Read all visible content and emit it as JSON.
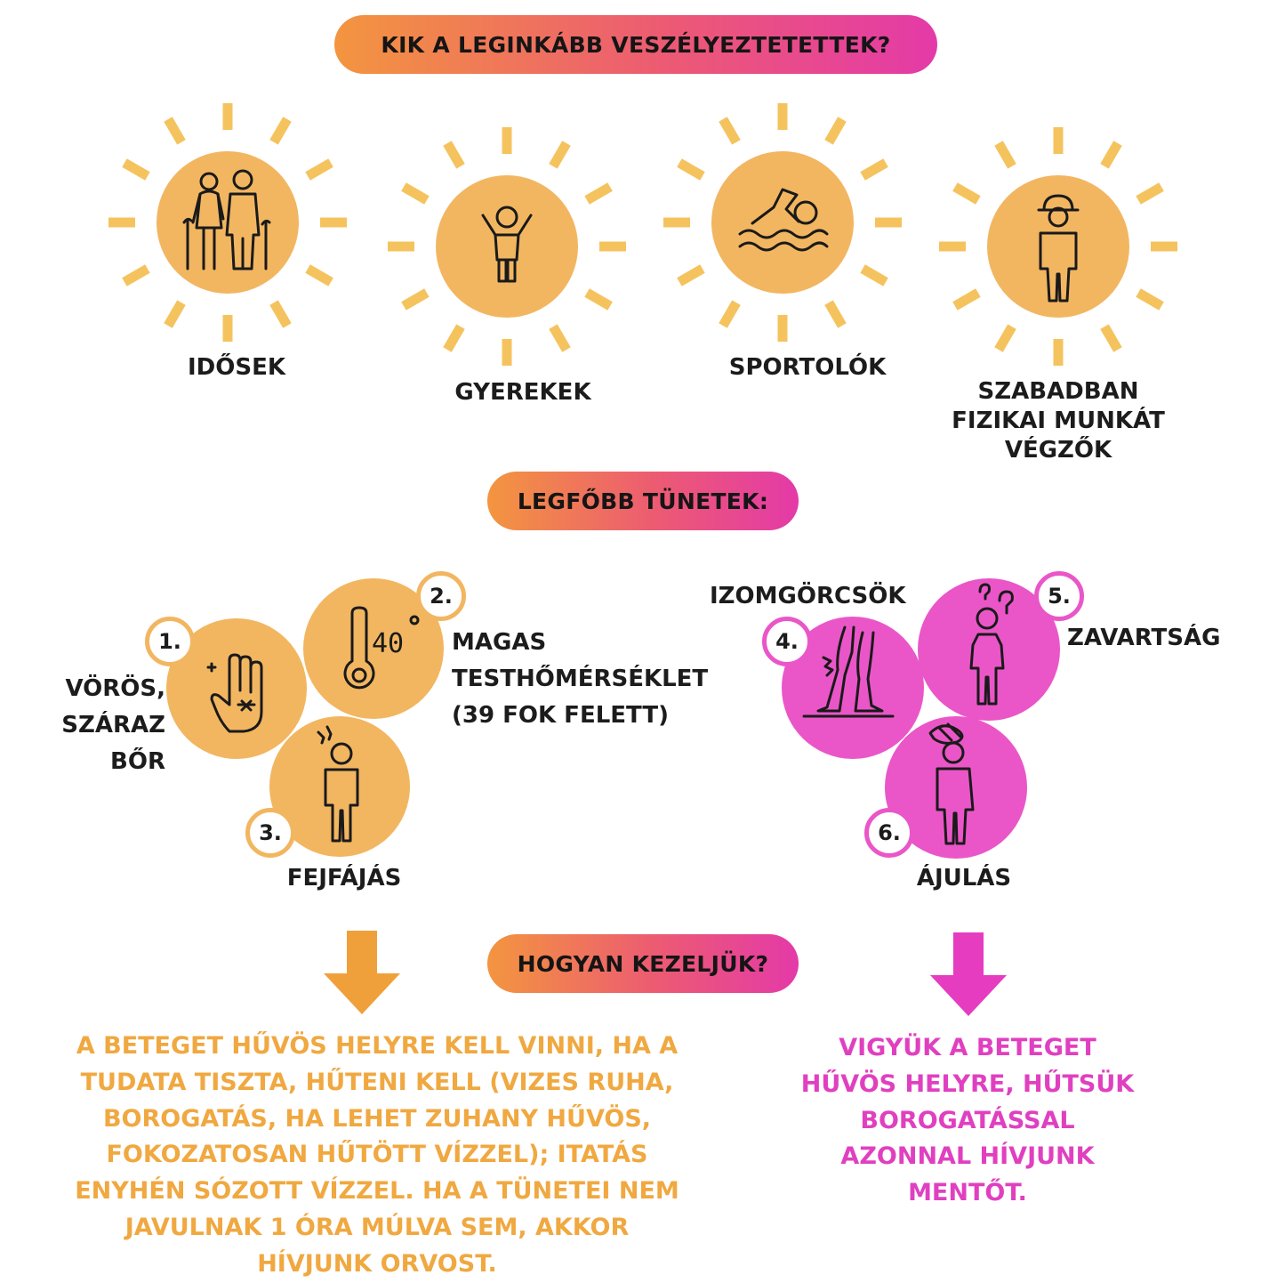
{
  "header": {
    "title": "KIK A LEGINKÁBB VESZÉLYEZTETETTEK?"
  },
  "groups": [
    {
      "label": "IDŐSEK",
      "icon": "elderly-couple-icon"
    },
    {
      "label": "GYEREKEK",
      "icon": "child-icon"
    },
    {
      "label": "SPORTOLÓK",
      "icon": "swimmer-icon"
    },
    {
      "label_lines": [
        "SZABADBAN",
        "FIZIKAI MUNKÁT",
        "VÉGZŐK"
      ],
      "icon": "worker-icon"
    }
  ],
  "symptoms_title": "LEGFŐBB TÜNETEK:",
  "symptoms": [
    {
      "num": "1.",
      "lines": [
        "VÖRÖS,",
        "SZÁRAZ",
        "BŐR"
      ],
      "icon": "hand-rash-icon"
    },
    {
      "num": "2.",
      "lines": [
        "MAGAS",
        "TESTHŐMÉRSÉKLET",
        "(39 FOK FELETT)"
      ],
      "icon": "thermometer-icon",
      "icon_text": "40"
    },
    {
      "num": "3.",
      "lines": [
        "FEJFÁJÁS"
      ],
      "icon": "headache-icon"
    },
    {
      "num": "4.",
      "lines": [
        "IZOMGÖRCSÖK"
      ],
      "icon": "leg-cramp-icon"
    },
    {
      "num": "5.",
      "lines": [
        "ZAVARTSÁG"
      ],
      "icon": "confused-person-icon"
    },
    {
      "num": "6.",
      "lines": [
        "ÁJULÁS"
      ],
      "icon": "fainting-person-icon"
    }
  ],
  "treatment_title": "HOGYAN KEZELJÜK?",
  "treatment_left": [
    "A BETEGET HŰVÖS HELYRE KELL VINNI, HA A",
    "TUDATA TISZTA, HŰTENI KELL (VIZES RUHA,",
    "BOROGATÁS, HA LEHET ZUHANY HŰVÖS,",
    "FOKOZATOSAN HŰTÖTT VÍZZEL); ITATÁS",
    "ENYHÉN SÓZOTT VÍZZEL. HA A TÜNETEI NEM",
    "JAVULNAK 1 ÓRA MÚLVA SEM, AKKOR",
    "HÍVJUNK ORVOST."
  ],
  "treatment_right": [
    "VIGYÜK A BETEGET",
    "HŰVÖS HELYRE, HŰTSÜK",
    "BOROGATÁSSAL",
    "AZONNAL HÍVJUNK",
    "MENTŐT."
  ],
  "colors": {
    "orange": "#f2b661",
    "sun_ray": "#f5c35e",
    "pink": "#ea56c8",
    "orange_text": "#f0a840",
    "pink_text": "#e040c0",
    "arrow_orange": "#f0a03a",
    "arrow_pink": "#e63cc0"
  }
}
